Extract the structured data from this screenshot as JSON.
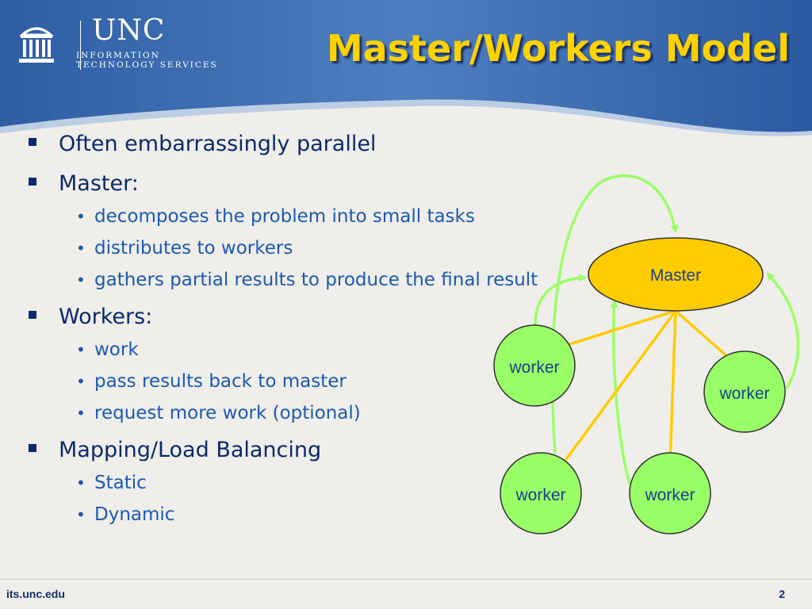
{
  "header": {
    "logo": {
      "line1": "UNC",
      "line2": "INFORMATION",
      "line3": "TECHNOLOGY SERVICES"
    },
    "title": "Master/Workers Model",
    "colors": {
      "band": "#2c5aa0",
      "title": "#ffd200"
    }
  },
  "bullets": [
    {
      "text": "Often embarrassingly parallel",
      "subs": []
    },
    {
      "text": "Master:",
      "subs": [
        "decomposes the problem into small tasks",
        "distributes to workers",
        "gathers partial results to produce the final result"
      ]
    },
    {
      "text": "Workers:",
      "subs": [
        "work",
        "pass results back to master",
        "request more work (optional)"
      ]
    },
    {
      "text": "Mapping/Load Balancing",
      "subs": [
        "Static",
        "Dynamic"
      ]
    }
  ],
  "diagram": {
    "master": {
      "label": "Master",
      "color": "#ffcc00"
    },
    "workers": [
      {
        "label": "worker"
      },
      {
        "label": "worker"
      },
      {
        "label": "worker"
      },
      {
        "label": "worker"
      }
    ],
    "colors": {
      "worker_fill": "#99ff66",
      "task_arrow": "#ffcc00",
      "result_arrow": "#99ff66"
    }
  },
  "footer": {
    "site": "its.unc.edu",
    "page": "2"
  }
}
